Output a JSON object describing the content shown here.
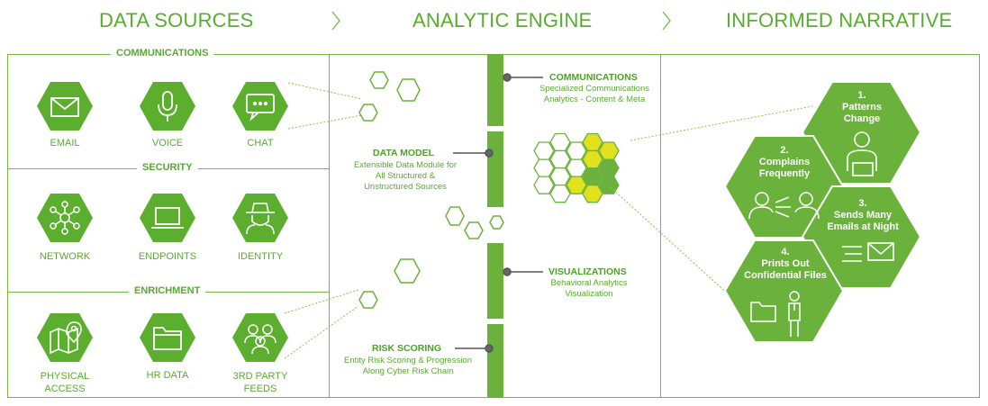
{
  "headers": {
    "data_sources": "DATA SOURCES",
    "analytic_engine": "ANALYTIC ENGINE",
    "informed_narrative": "INFORMED NARRATIVE"
  },
  "colors": {
    "green": "#6ab23c",
    "dark_green": "#4f9f28",
    "yellow": "#e1e11d",
    "light_green": "#8cc63f"
  },
  "sources": {
    "sections": [
      {
        "title": "COMMUNICATIONS",
        "items": [
          {
            "label": "EMAIL",
            "icon": "envelope-icon"
          },
          {
            "label": "VOICE",
            "icon": "microphone-icon"
          },
          {
            "label": "CHAT",
            "icon": "chat-bubble-icon"
          }
        ]
      },
      {
        "title": "SECURITY",
        "items": [
          {
            "label": "NETWORK",
            "icon": "network-icon"
          },
          {
            "label": "ENDPOINTS",
            "icon": "laptop-icon"
          },
          {
            "label": "IDENTITY",
            "icon": "spy-icon"
          }
        ]
      },
      {
        "title": "ENRICHMENT",
        "items": [
          {
            "label": "PHYSICAL ACCESS",
            "line1": "PHYSICAL",
            "line2": "ACCESS",
            "icon": "map-pin-icon"
          },
          {
            "label": "HR DATA",
            "icon": "folder-icon"
          },
          {
            "label": "3RD PARTY FEEDS",
            "line1": "3RD PARTY",
            "line2": "FEEDS",
            "icon": "people-icon"
          }
        ]
      }
    ]
  },
  "engine": {
    "data_model": {
      "title": "DATA MODEL",
      "desc1": "Extensible Data Module for",
      "desc2": "All Structured &",
      "desc3": "Unstructured Sources"
    },
    "communications": {
      "title": "COMMUNICATIONS",
      "desc1": "Specialized Communications",
      "desc2": "Analytics - Content & Meta"
    },
    "visualizations": {
      "title": "VISUALIZATIONS",
      "desc1": "Behavioral Analytics",
      "desc2": "Visualization"
    },
    "risk_scoring": {
      "title": "RISK SCORING",
      "desc1": "Entity Risk Scoring & Progression",
      "desc2": "Along Cyber Risk Chain"
    }
  },
  "narrative": {
    "steps": [
      {
        "num": "1.",
        "line1": "Patterns",
        "line2": "Change",
        "icon": "person-laptop-icon"
      },
      {
        "num": "2.",
        "line1": "Complains",
        "line2": "Frequently",
        "icon": "arguing-people-icon"
      },
      {
        "num": "3.",
        "line1": "Sends Many",
        "line2": "Emails at Night",
        "icon": "envelope-icon"
      },
      {
        "num": "4.",
        "line1": "Prints Out",
        "line2": "Confidential Files",
        "icon": "person-folder-icon"
      }
    ]
  }
}
